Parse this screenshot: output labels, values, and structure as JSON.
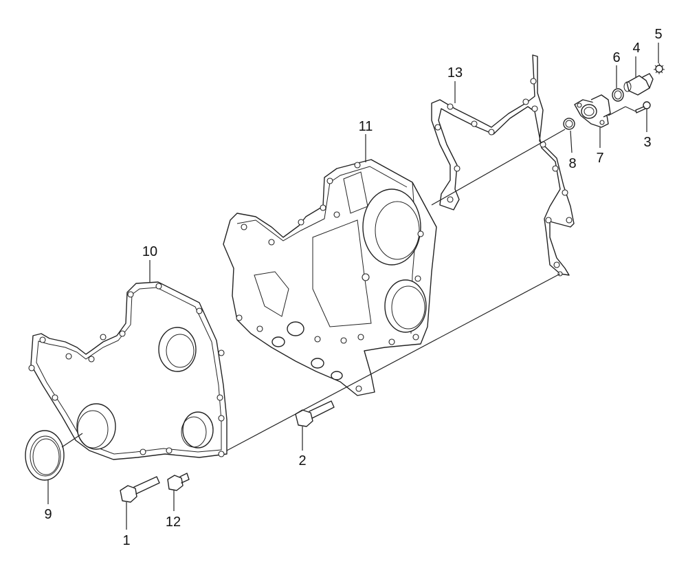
{
  "diagram": {
    "callouts": [
      {
        "id": "1",
        "label": "1"
      },
      {
        "id": "2",
        "label": "2"
      },
      {
        "id": "3",
        "label": "3"
      },
      {
        "id": "4",
        "label": "4"
      },
      {
        "id": "5",
        "label": "5"
      },
      {
        "id": "6",
        "label": "6"
      },
      {
        "id": "7",
        "label": "7"
      },
      {
        "id": "8",
        "label": "8"
      },
      {
        "id": "9",
        "label": "9"
      },
      {
        "id": "10",
        "label": "10"
      },
      {
        "id": "11",
        "label": "11"
      },
      {
        "id": "12",
        "label": "12"
      },
      {
        "id": "13",
        "label": "13"
      }
    ],
    "colors": {
      "line": "#222222",
      "background": "#ffffff"
    }
  }
}
